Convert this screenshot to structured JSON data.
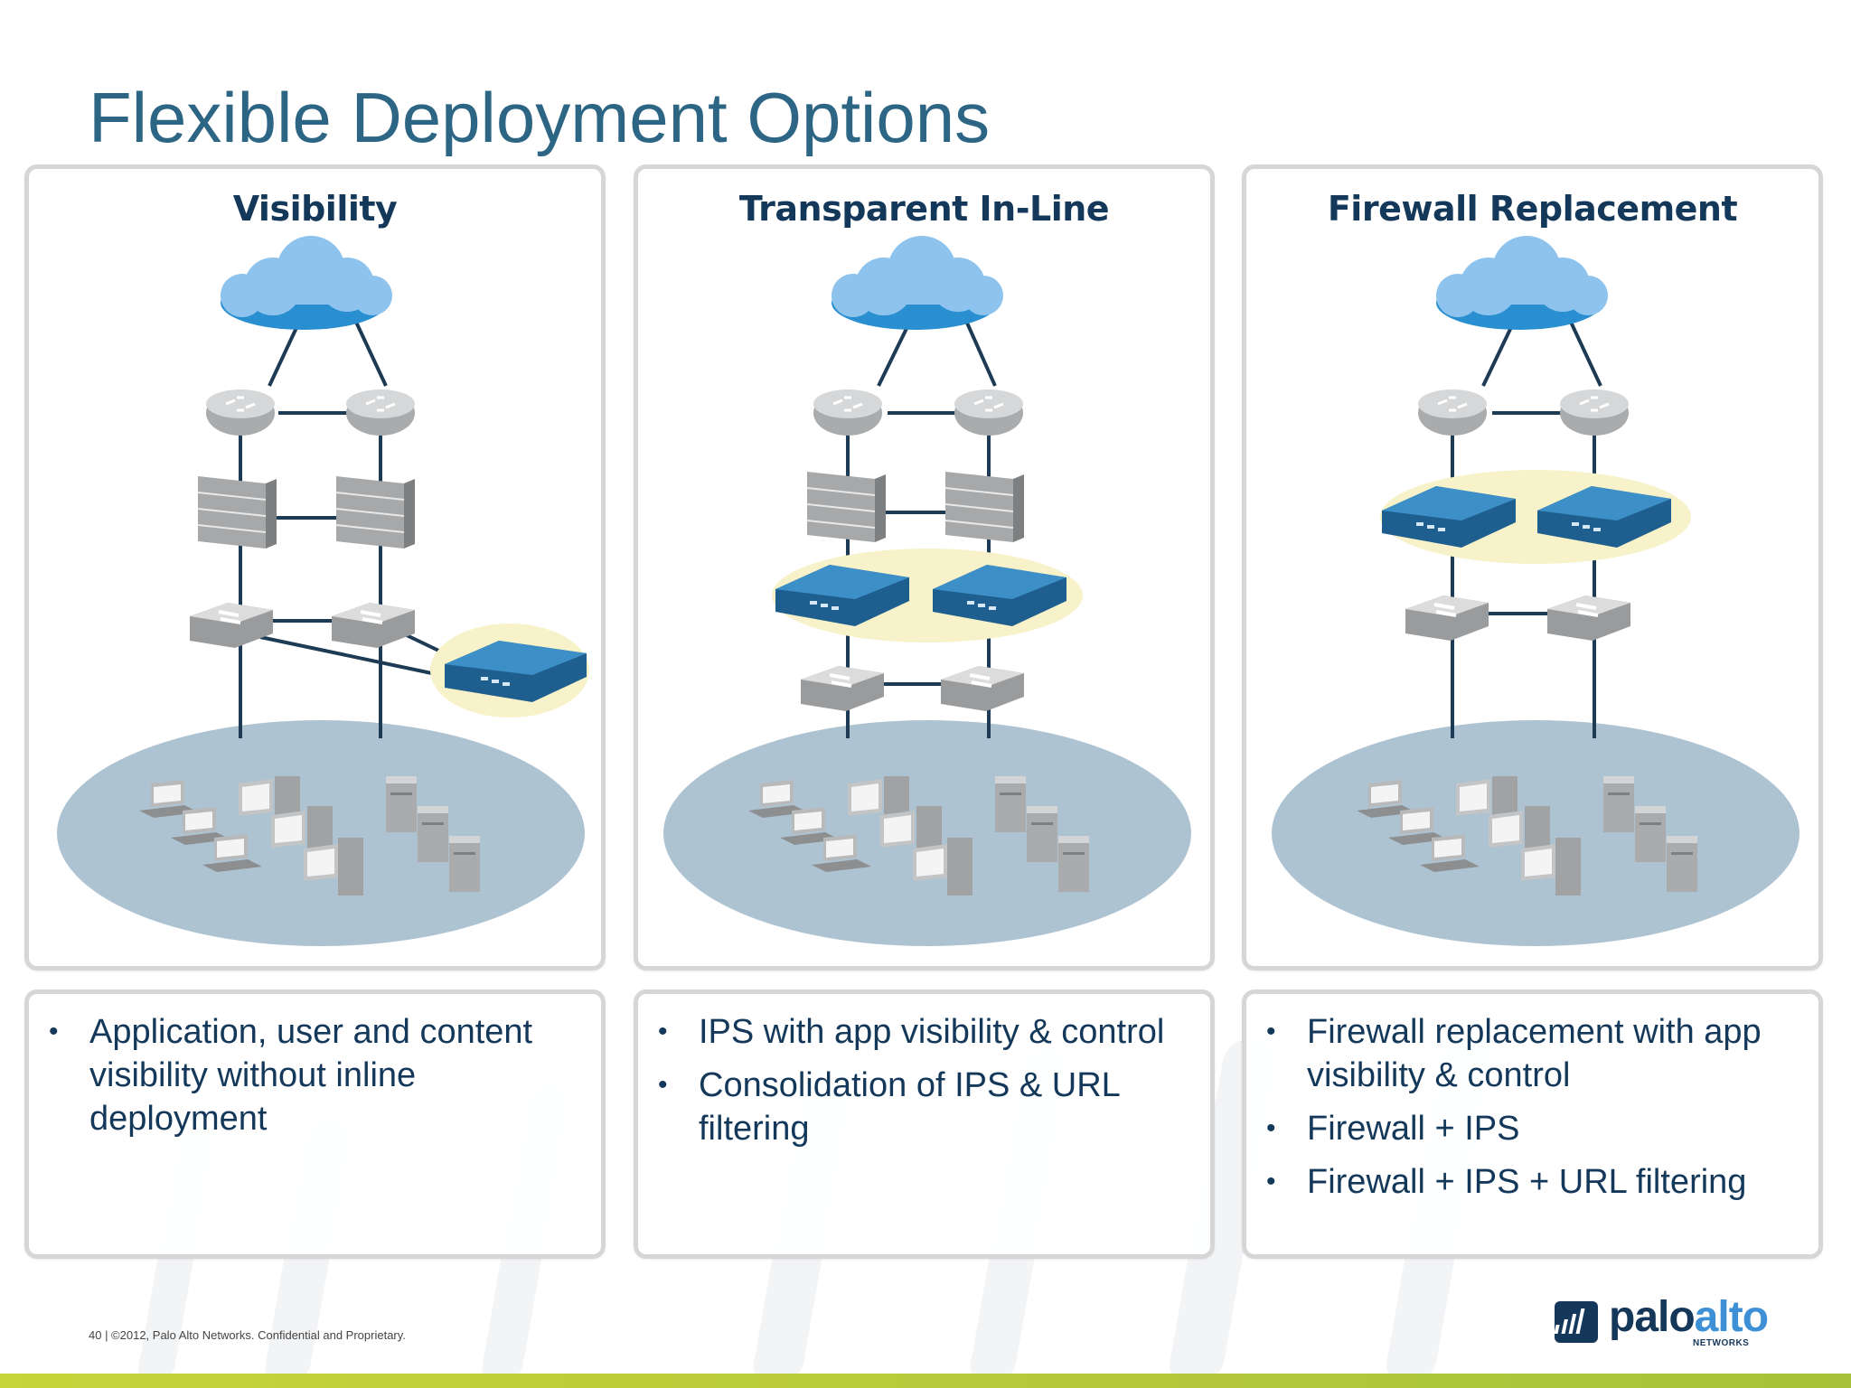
{
  "slide": {
    "title": "Flexible Deployment Options",
    "footer": "40  |  ©2012, Palo Alto Networks. Confidential and Proprietary.",
    "logo": {
      "name_dark": "palo",
      "name_accent": "alto",
      "sub": "NETWORKS"
    }
  },
  "panels": [
    {
      "heading": "Visibility",
      "mode": "visibility",
      "bullets": [
        "Application, user and content visibility without inline deployment"
      ]
    },
    {
      "heading": "Transparent In-Line",
      "mode": "inline",
      "bullets": [
        "IPS with app visibility & control",
        "Consolidation of IPS & URL filtering"
      ]
    },
    {
      "heading": "Firewall Replacement",
      "mode": "replacement",
      "bullets": [
        "Firewall replacement with app visibility & control",
        "Firewall + IPS",
        "Firewall + IPS + URL filtering"
      ]
    }
  ],
  "colors": {
    "title": "#2d6584",
    "text": "#14385a",
    "cloud": "#8ec3ee",
    "lan": "#aec3d2",
    "highlight": "#f7f2c9",
    "appliance": "#2f7fb3",
    "border": "#d6d6d6",
    "accent_bar": "#c7d43a"
  },
  "icons": [
    "cloud-icon",
    "router-icon",
    "firewall-icon",
    "switch-icon",
    "appliance-icon",
    "laptop-icon",
    "desktop-icon",
    "server-icon",
    "palo-alto-logo"
  ]
}
